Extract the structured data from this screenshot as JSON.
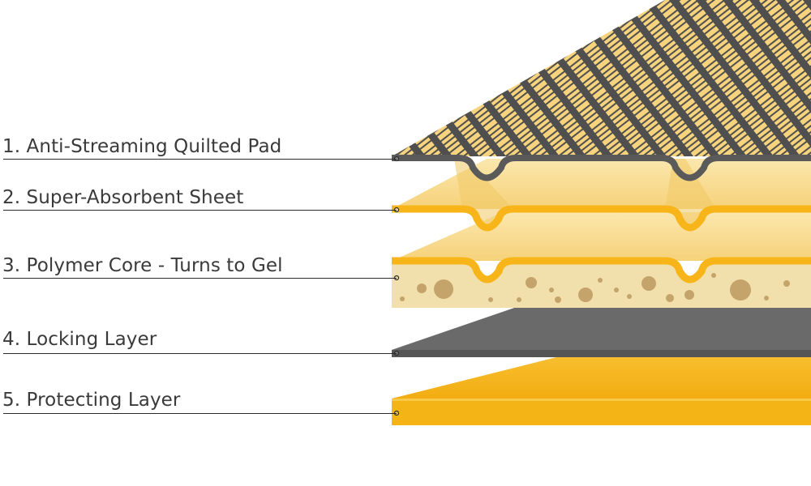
{
  "colors": {
    "mesh": "#555555",
    "sheet": "#f8d98a",
    "sheet_edge": "#f7b51a",
    "core": "#f3e2ad",
    "core_bubble": "#bfa066",
    "locking": "#5c5c5c",
    "protecting": "#f5b51b",
    "leader_line": "#2b2b2b",
    "label_text": "#3a3a3a"
  },
  "layers": [
    {
      "label": "1. Anti-Streaming Quilted Pad"
    },
    {
      "label": "2. Super-Absorbent Sheet"
    },
    {
      "label": "3. Polymer Core - Turns to Gel"
    },
    {
      "label": "4. Locking Layer"
    },
    {
      "label": "5. Protecting Layer"
    }
  ]
}
